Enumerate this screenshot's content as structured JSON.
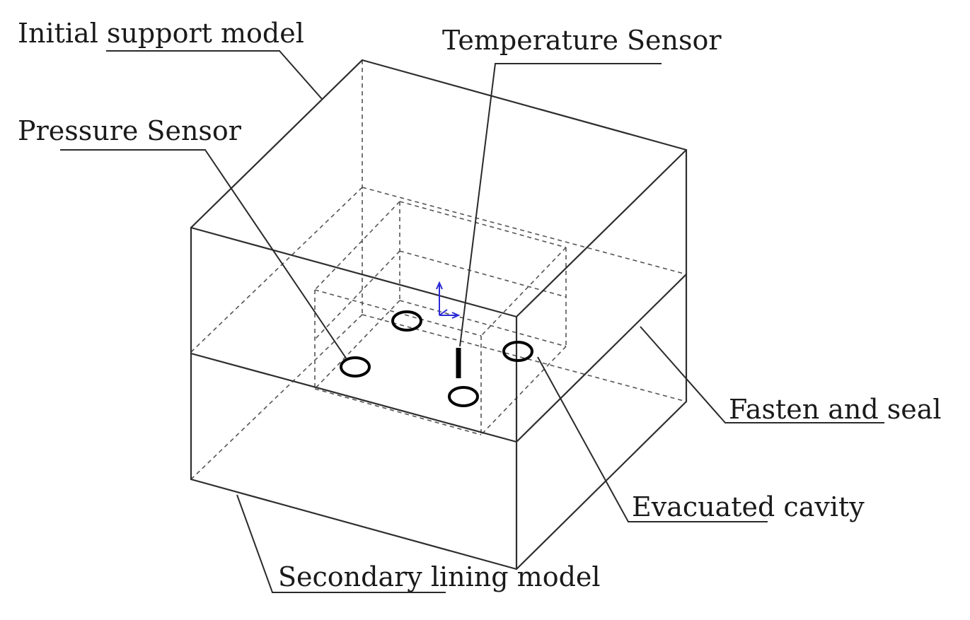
{
  "labels": {
    "initial_support": "Initial support model",
    "temperature_sensor": "Temperature Sensor",
    "pressure_sensor": "Pressure Sensor",
    "fasten_seal": "Fasten and seal",
    "evacuated_cavity": "Evacuated cavity",
    "secondary_lining": "Secondary lining model"
  },
  "colors": {
    "line": "#2e2e2e",
    "sensor": "#000000",
    "axis": "#2b2bd6"
  }
}
